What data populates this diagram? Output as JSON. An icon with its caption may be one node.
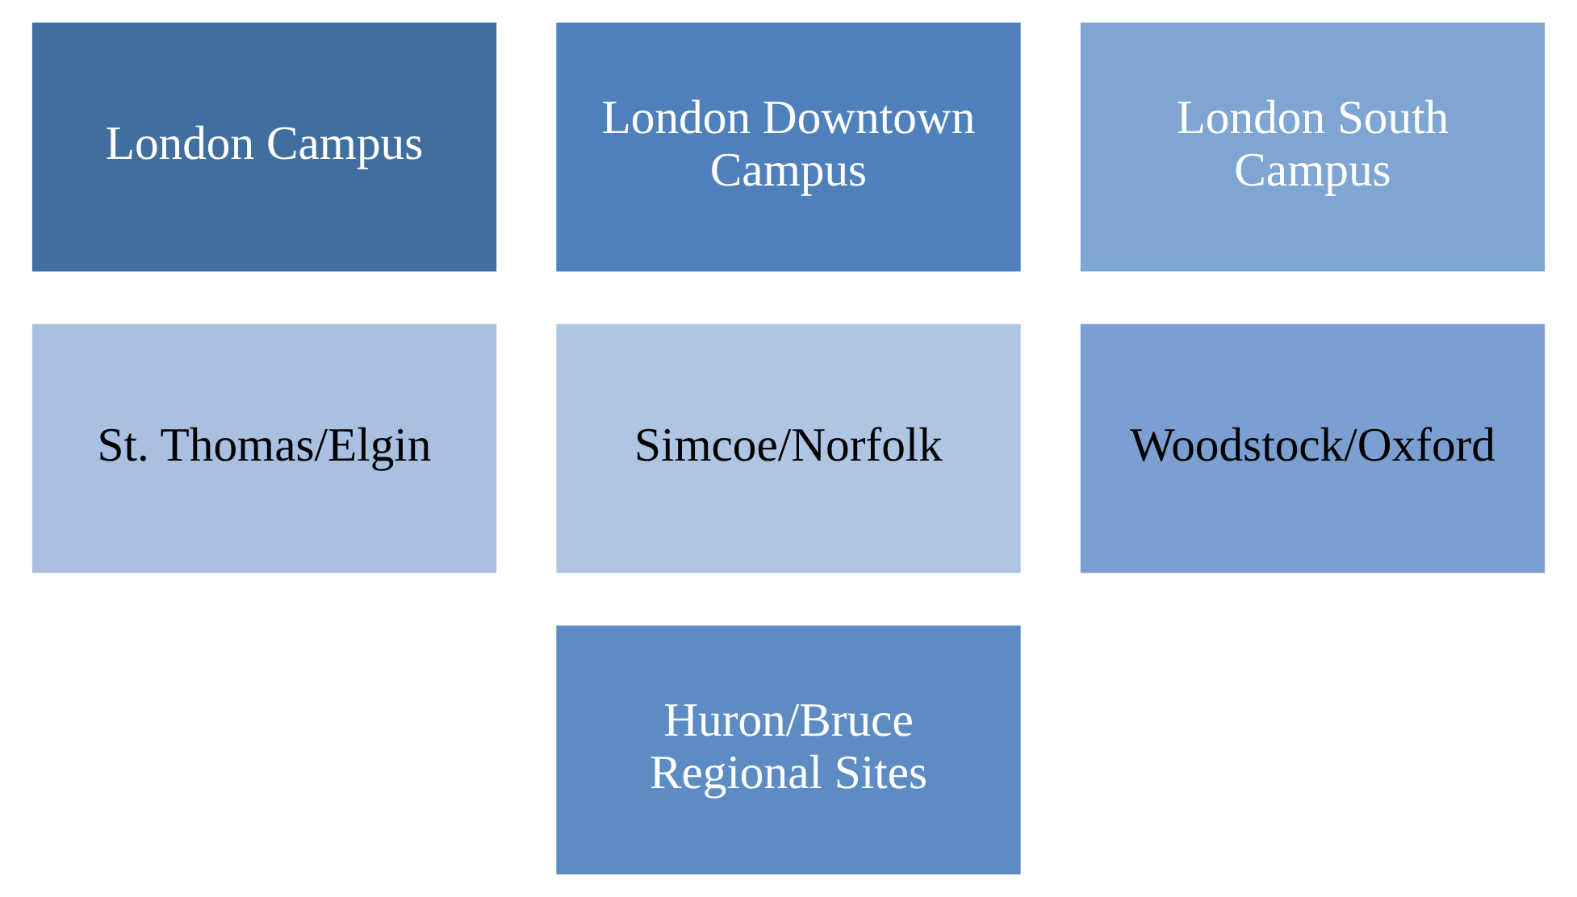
{
  "diagram": {
    "nodes": [
      {
        "text": [
          "London Campus"
        ]
      },
      {
        "text": [
          "London Downtown Campus"
        ]
      },
      {
        "text": [
          "London South Campus"
        ]
      },
      {
        "text": [
          "St. Thomas/Elgin"
        ]
      },
      {
        "text": [
          "Simcoe/Norfolk"
        ]
      },
      {
        "text": [
          "Woodstock/Oxford"
        ]
      },
      {
        "text": [
          "Huron/Bruce Regional Sites"
        ]
      }
    ]
  }
}
